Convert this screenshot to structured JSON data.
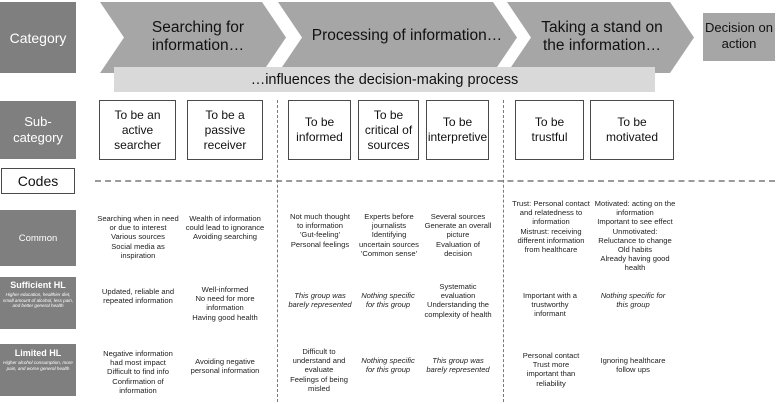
{
  "header": {
    "category_label": "Category",
    "arrows": [
      "Searching for information…",
      "Processing of information…",
      "Taking a stand on the information…"
    ],
    "decision_label": "Decision on action",
    "influence_banner": "…influences the decision-making process"
  },
  "row_labels": {
    "subcategory": "Sub-category",
    "codes": "Codes",
    "common": "Common",
    "sufficient_hl": "Sufficient HL",
    "sufficient_hl_note": "Higher education, healthier diet, small amount of alcohol, less pain, and better general health",
    "limited_hl": "Limited HL",
    "limited_hl_note": "Higher alcohol consumption, more pain, and worse general health"
  },
  "subcategories": [
    "To be an active searcher",
    "To be a passive receiver",
    "To be informed",
    "To be critical of sources",
    "To be interpretive",
    "To be trustful",
    "To be motivated"
  ],
  "common": [
    "Searching when in need or due to interest\nVarious sources\nSocial media as inspiration",
    "Wealth of information could lead to ignorance\nAvoiding searching",
    "Not much thought to information\n'Gut-feeling'\nPersonal feelings",
    "Experts before journalists\nIdentifying uncertain sources\n'Common sense'",
    "Several sources\nGenerate an overall picture\nEvaluation of decision",
    "Trust: Personal contact and relatedness to information\nMistrust: receiving different information from healthcare",
    "Motivated: acting on the information\nImportant to see effect\nUnmotivated:\nReluctance to change\nOld habits\nAlready having good health"
  ],
  "sufficient": [
    "Updated, reliable and repeated information",
    "Well-informed\nNo need for more information\nHaving good health",
    "This group was barely represented",
    "Nothing specific for this group",
    "Systematic evaluation\nUnderstanding the complexity of health",
    "Important with a trustworthy informant",
    "Nothing specific for this group"
  ],
  "limited": [
    "Negative information had most impact\nDifficult to find info\nConfirmation of information",
    "Avoiding negative personal information",
    "Difficult to understand and evaluate\nFeelings of being misled",
    "Nothing specific for this group",
    "This group was barely represented",
    "Personal contact\nTrust more important than reliability",
    "Ignoring healthcare follow ups"
  ],
  "colors": {
    "row_header": "#7f7f7f",
    "arrow": "#a6a6a6",
    "banner": "#d9d9d9",
    "decision": "#a6a6a6"
  }
}
